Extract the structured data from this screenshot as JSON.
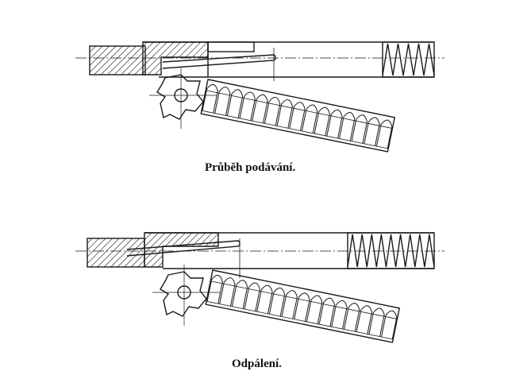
{
  "figures": [
    {
      "caption": "Průběh podávání.",
      "spring_coils": 5
    },
    {
      "caption": "Odpálení.",
      "spring_coils": 9
    }
  ],
  "magazine_cartridges": 15,
  "colors": {
    "ink": "#1a1a1a",
    "paper": "#ffffff"
  }
}
